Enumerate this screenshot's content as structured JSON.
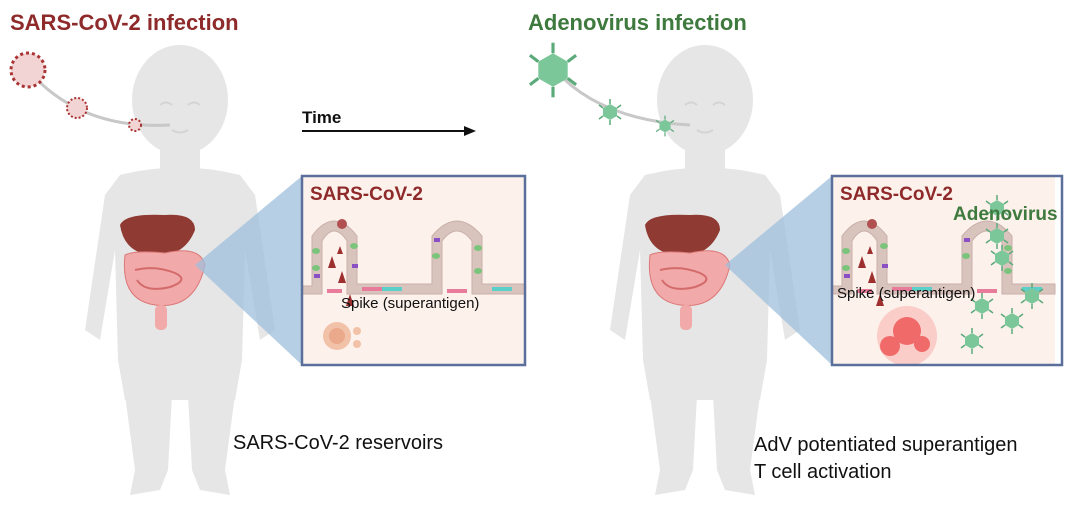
{
  "left_panel": {
    "title": "SARS-CoV-2 infection",
    "inset_title": "SARS-CoV-2",
    "spike_label": "Spike (superantigen)",
    "caption": "SARS-CoV-2 reservoirs"
  },
  "time_arrow": {
    "label": "Time"
  },
  "right_panel": {
    "title": "Adenovirus infection",
    "inset_title": "SARS-CoV-2",
    "inset_virus_label": "Adenovirus",
    "spike_label": "Spike (superantigen)",
    "caption_line1": "AdV potentiated superantigen",
    "caption_line2": "T cell activation"
  },
  "colors": {
    "sars": "#8e2a2a",
    "adeno": "#3e7a3e",
    "body": "#e8e8e8",
    "inset_border": "#5a6f9a",
    "projection": "#9fbfdc"
  }
}
